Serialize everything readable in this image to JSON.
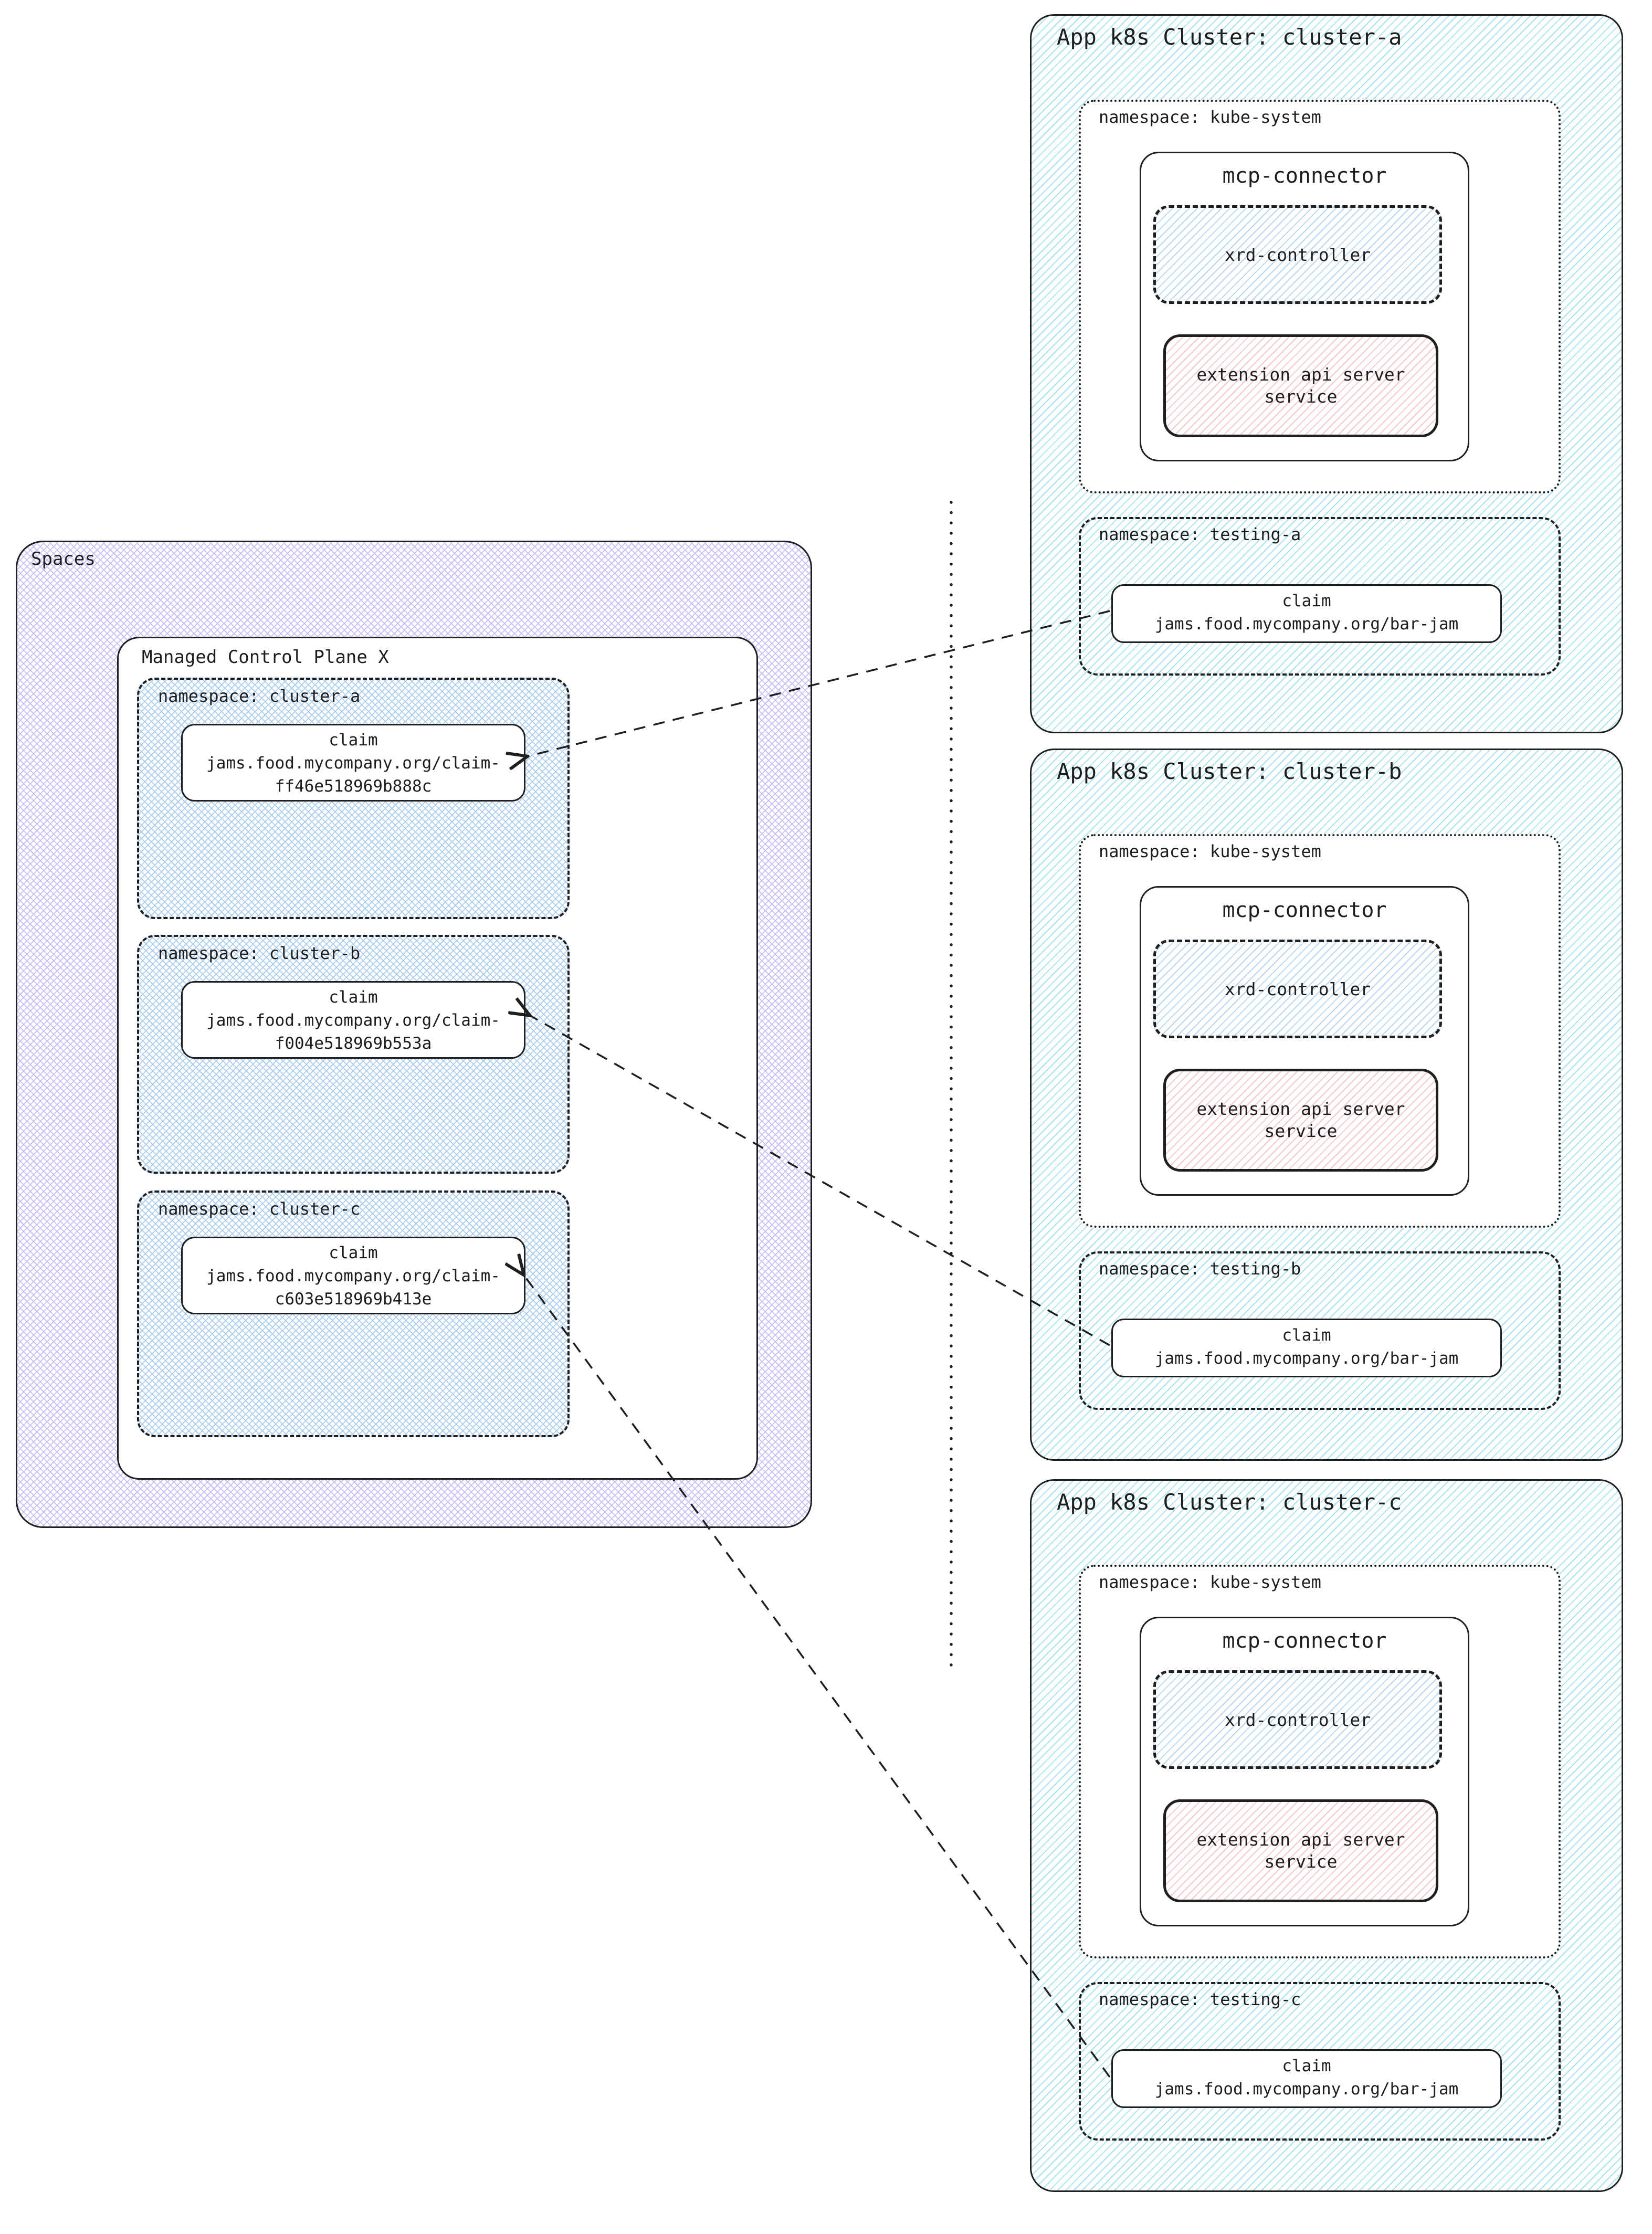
{
  "left_panel": {
    "title": "Spaces",
    "control_plane": {
      "title": "Managed Control Plane X",
      "namespaces": [
        {
          "label": "namespace: cluster-a",
          "claim": {
            "title": "claim",
            "line1": "jams.food.mycompany.org/claim-",
            "line2": "ff46e518969b888c"
          }
        },
        {
          "label": "namespace: cluster-b",
          "claim": {
            "title": "claim",
            "line1": "jams.food.mycompany.org/claim-",
            "line2": "f004e518969b553a"
          }
        },
        {
          "label": "namespace: cluster-c",
          "claim": {
            "title": "claim",
            "line1": "jams.food.mycompany.org/claim-",
            "line2": "c603e518969b413e"
          }
        }
      ]
    }
  },
  "clusters": [
    {
      "title": "App k8s Cluster: cluster-a",
      "kube_system_label": "namespace: kube-system",
      "mcp_connector_title": "mcp-connector",
      "xrd_controller_label": "xrd-controller",
      "ext_api_line1": "extension api server",
      "ext_api_line2": "service",
      "testing_label": "namespace: testing-a",
      "claim": {
        "title": "claim",
        "resource": "jams.food.mycompany.org/bar-jam"
      }
    },
    {
      "title": "App k8s Cluster: cluster-b",
      "kube_system_label": "namespace: kube-system",
      "mcp_connector_title": "mcp-connector",
      "xrd_controller_label": "xrd-controller",
      "ext_api_line1": "extension api server",
      "ext_api_line2": "service",
      "testing_label": "namespace: testing-b",
      "claim": {
        "title": "claim",
        "resource": "jams.food.mycompany.org/bar-jam"
      }
    },
    {
      "title": "App k8s Cluster: cluster-c",
      "kube_system_label": "namespace: kube-system",
      "mcp_connector_title": "mcp-connector",
      "xrd_controller_label": "xrd-controller",
      "ext_api_line1": "extension api server",
      "ext_api_line2": "service",
      "testing_label": "namespace: testing-c",
      "claim": {
        "title": "claim",
        "resource": "jams.food.mycompany.org/bar-jam"
      }
    }
  ],
  "colors": {
    "border": "#1f1f1f",
    "cluster_hatch": "#a5e3f2",
    "spaces_hatch": "#c7befa",
    "namespace_hatch": "#abcdf0",
    "xrd_hatch": "#b7d7f2",
    "ext_api_hatch": "#f6c6ca"
  }
}
